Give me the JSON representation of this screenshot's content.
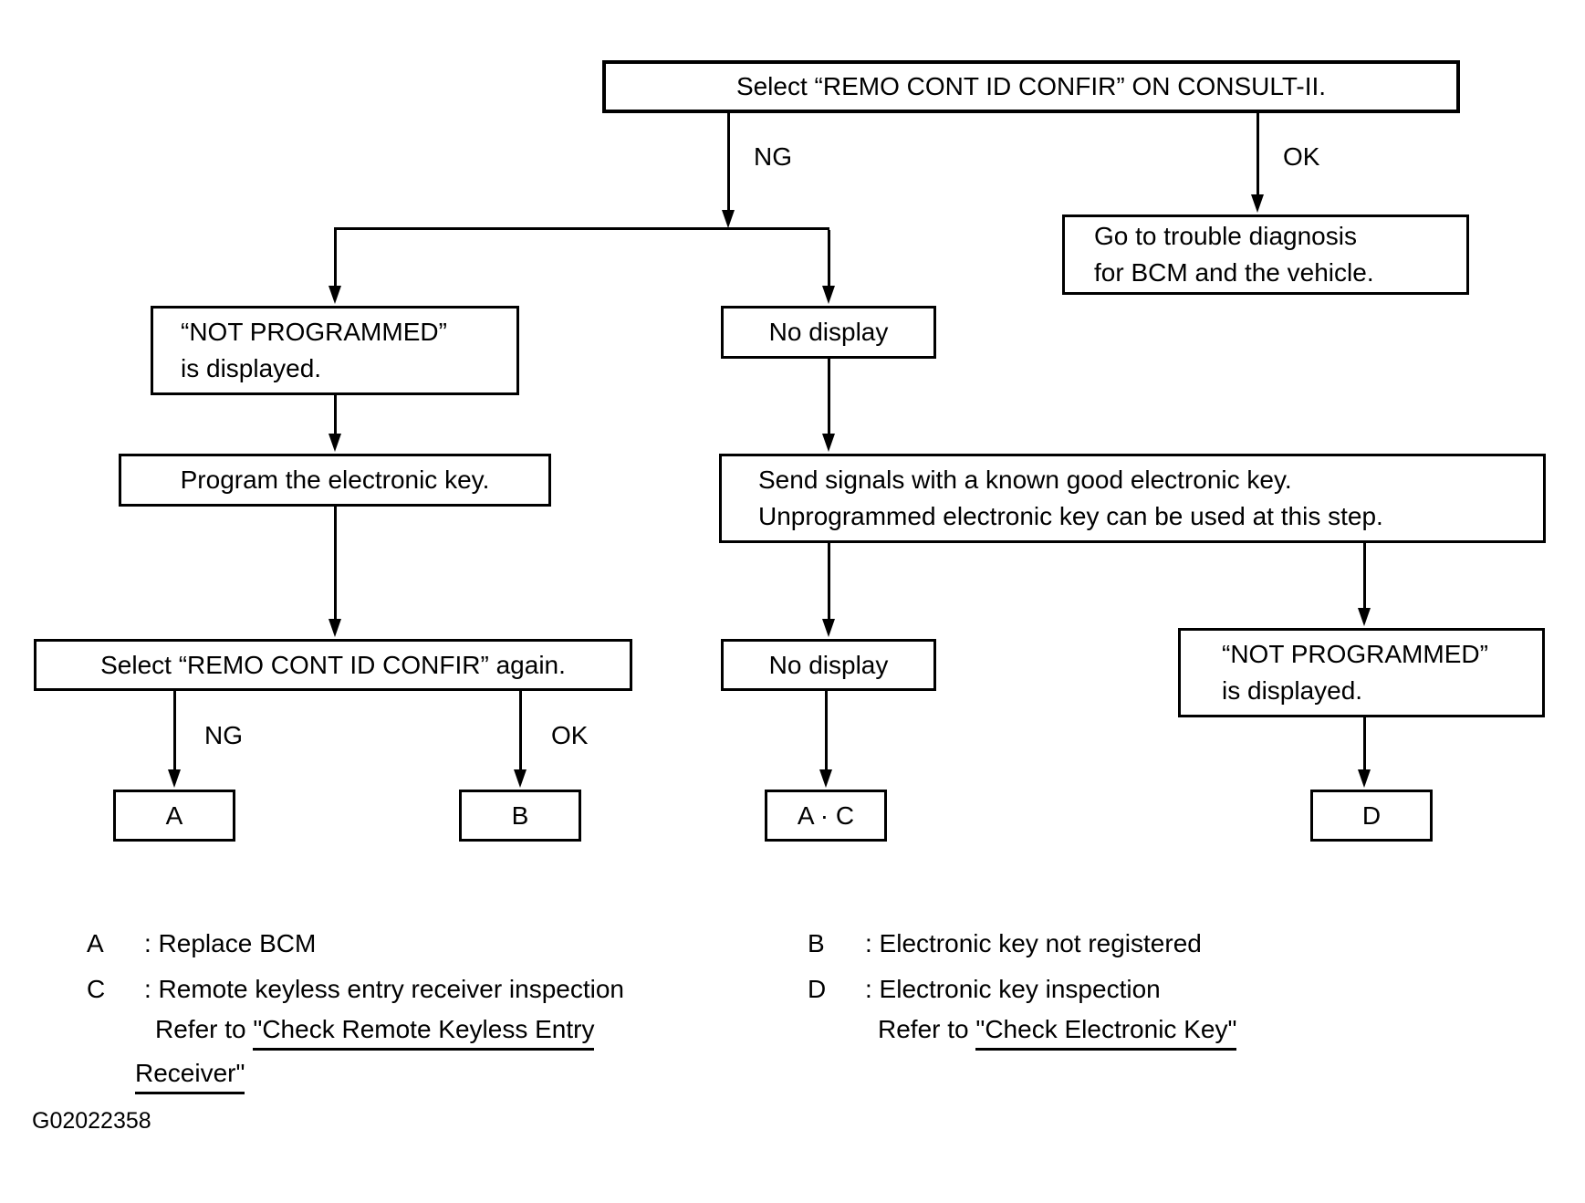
{
  "flowchart": {
    "top_box": "Select “REMO CONT ID CONFIR” ON CONSULT-II.",
    "labels": {
      "ng_top": "NG",
      "ok_top": "OK",
      "ng_again": "NG",
      "ok_again": "OK"
    },
    "goto_box": {
      "line1": "Go to trouble diagnosis",
      "line2": "for BCM and the vehicle."
    },
    "not_programmed_left": {
      "line1": "“NOT PROGRAMMED”",
      "line2": "is displayed."
    },
    "no_display_1": "No display",
    "program_box": "Program the electronic key.",
    "select_again_box": "Select “REMO CONT ID CONFIR” again.",
    "send_box": {
      "line1": "Send signals with a known good electronic key.",
      "line2": "Unprogrammed electronic key can be used at this step."
    },
    "no_display_2": "No display",
    "not_programmed_right": {
      "line1": "“NOT PROGRAMMED”",
      "line2": "is displayed."
    },
    "terminals": {
      "a": "A",
      "b": "B",
      "ac": "A · C",
      "d": "D"
    }
  },
  "legend": {
    "a": {
      "letter": "A",
      "text": ": Replace BCM"
    },
    "b": {
      "letter": "B",
      "text": ": Electronic key not registered"
    },
    "c": {
      "letter": "C",
      "text": ": Remote keyless entry receiver inspection",
      "refer_prefix": "Refer to ",
      "link_line1": "\"Check Remote Keyless Entry",
      "link_line2": "Receiver\""
    },
    "d": {
      "letter": "D",
      "text": ": Electronic key inspection",
      "refer_prefix": "Refer to ",
      "link": "\"Check Electronic Key\""
    }
  },
  "figure_id": "G02022358"
}
